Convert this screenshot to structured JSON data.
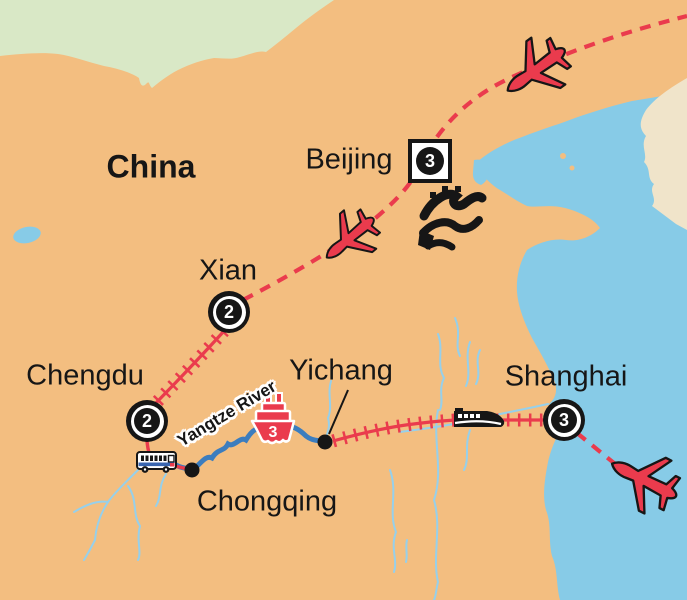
{
  "country_label": "China",
  "cities": {
    "beijing": {
      "name": "Beijing",
      "nights": "3"
    },
    "xian": {
      "name": "Xian",
      "nights": "2"
    },
    "chengdu": {
      "name": "Chengdu",
      "nights": "2"
    },
    "chongqing": {
      "name": "Chongqing"
    },
    "yichang": {
      "name": "Yichang"
    },
    "shanghai": {
      "name": "Shanghai",
      "nights": "3"
    }
  },
  "river": {
    "label": "Yangtze River",
    "cruise_nights": "3"
  },
  "legend": {
    "flight_style": "red dashed line",
    "rail_style": "red cross-hatched line",
    "road_style": "red solid line"
  },
  "colors": {
    "land": "#F3BE80",
    "sea": "#87CBE7",
    "neighbor_north_green": "#D9E8C6",
    "neighbor_east_beige": "#F0E4CA",
    "route_red": "#EA3B4D",
    "river_blue": "#3C7DBE",
    "stream_blue": "#96D0EB",
    "ink": "#161616"
  }
}
